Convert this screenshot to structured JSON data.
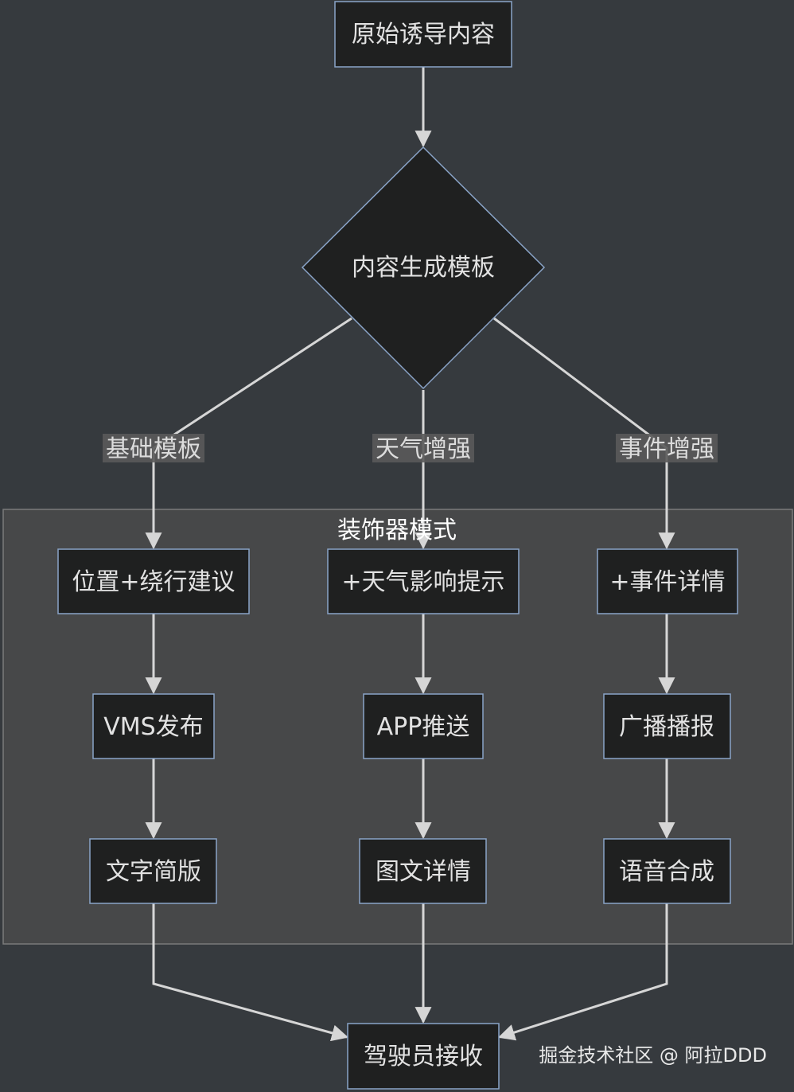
{
  "nodes": {
    "origin": "原始诱导内容",
    "template": "内容生成模板",
    "location": "位置+绕行建议",
    "weather": "+天气影响提示",
    "event": "+事件详情",
    "vms": "VMS发布",
    "app": "APP推送",
    "broadcast": "广播播报",
    "text_brief": "文字简版",
    "rich_detail": "图文详情",
    "tts": "语音合成",
    "driver": "驾驶员接收"
  },
  "edge_labels": {
    "basic": "基础模板",
    "weather": "天气增强",
    "event": "事件增强"
  },
  "cluster": {
    "title": "装饰器模式"
  },
  "watermark": "掘金技术社区 @ 阿拉DDD",
  "colors": {
    "background": "#363a3e",
    "cluster_fill": "#474849",
    "node_fill": "#1f2020",
    "node_border": "#8aa4c8",
    "edge": "#d6d6d6"
  }
}
